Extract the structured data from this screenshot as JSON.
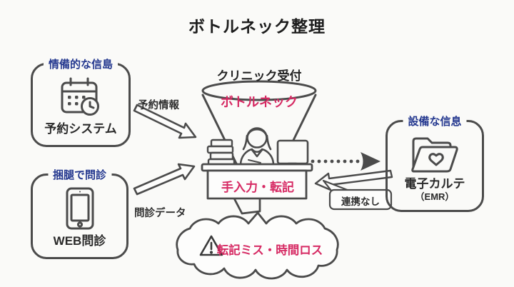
{
  "title": "ボトルネック整理",
  "colors": {
    "background": "#fafaf8",
    "stroke": "#4b4b4b",
    "accent_blue": "#24388f",
    "accent_crimson": "#d62a63"
  },
  "boxes": {
    "reservation": {
      "tag": "情備的な信島",
      "label": "予約システム",
      "icon": "calendar-clock-icon"
    },
    "webform": {
      "tag": "捆腿で問診",
      "label": "WEB問診",
      "icon": "tablet-icon"
    },
    "emr": {
      "tag": "設備な信息",
      "label": "電子カルテ",
      "sublabel": "（EMR）",
      "icon": "folder-heart-icon"
    }
  },
  "center": {
    "reception_label": "クリニック受付",
    "funnel_label": "ボトルネック",
    "desk_label": "手入力・転記"
  },
  "arrows": {
    "reservation_info": "予約情報",
    "interview_data": "問診データ",
    "no_integration": "連携なし"
  },
  "cloud": {
    "label": "転記ミス・時間ロス",
    "icon": "warning-icon"
  }
}
